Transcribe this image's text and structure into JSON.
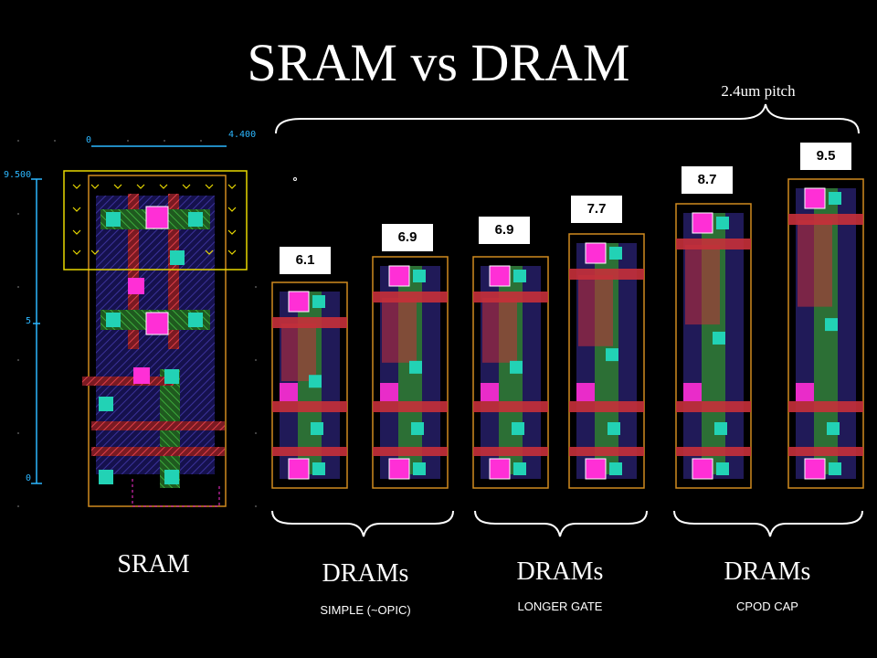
{
  "title": "SRAM vs DRAM",
  "pitch_label": "2.4um pitch",
  "sram": {
    "label": "SRAM",
    "ruler": {
      "top_left": "0",
      "top_right": "4.400",
      "left_top": "9.500",
      "left_mid": "5",
      "left_bottom": "0"
    }
  },
  "cell_values": [
    "6.1",
    "6.9",
    "6.9",
    "7.7",
    "8.7",
    "9.5"
  ],
  "groups": [
    {
      "title": "DRAMs",
      "subtitle": "SIMPLE (~OPIC)"
    },
    {
      "title": "DRAMs",
      "subtitle": "LONGER GATE"
    },
    {
      "title": "DRAMs",
      "subtitle": "CPOD CAP"
    }
  ],
  "colors": {
    "diffusion": "#2f7f2f",
    "poly": "#c6303a",
    "metal": "#3b2fa0",
    "contact": "#ff2fd6",
    "via": "#22d2b5",
    "outline": "#d08a1f",
    "ruler": "#2cb7ff",
    "highlight": "#e8d800"
  }
}
